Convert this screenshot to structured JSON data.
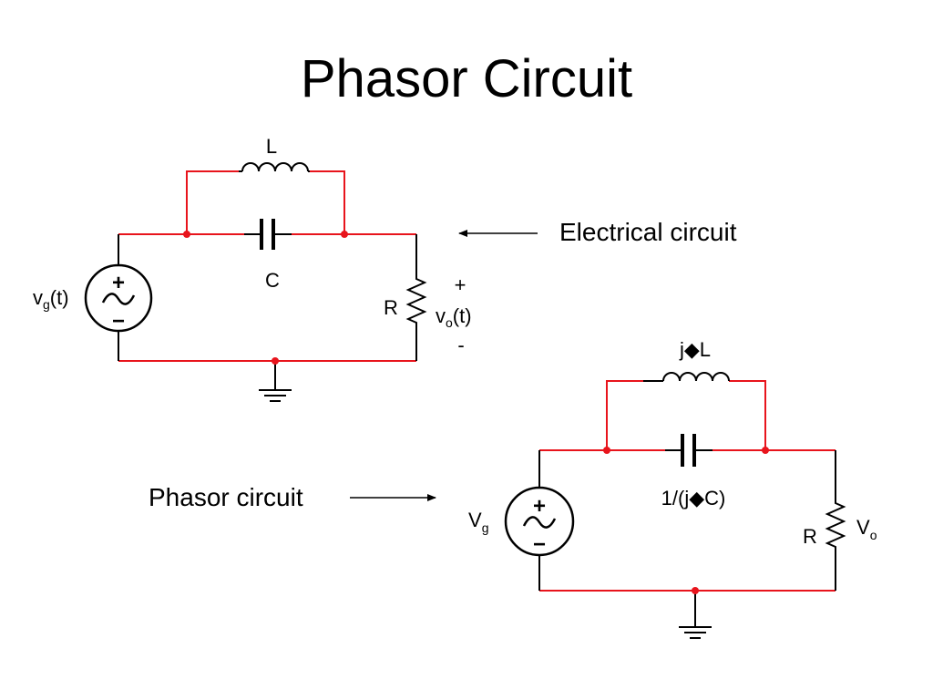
{
  "title": "Phasor Circuit",
  "colors": {
    "wire": "#e8141c",
    "node": "#e8141c",
    "component": "#000000",
    "background": "#ffffff"
  },
  "top_circuit": {
    "inductor_label": "L",
    "capacitor_label": "C",
    "resistor_label": "R",
    "source_label_main": "v",
    "source_label_sub": "g",
    "source_label_suffix": "(t)",
    "output_plus": "+",
    "output_label_main": "v",
    "output_label_sub": "o",
    "output_label_suffix": "(t)",
    "output_minus": "-",
    "source_plus": "+",
    "source_minus": "−",
    "callout": "Electrical circuit"
  },
  "bottom_circuit": {
    "inductor_label": "j◆L",
    "capacitor_label": "1/(j◆C)",
    "resistor_label": "R",
    "source_label_main": "V",
    "source_label_sub": "g",
    "output_label_main": "V",
    "output_label_sub": "o",
    "source_plus": "+",
    "source_minus": "−",
    "callout": "Phasor circuit"
  },
  "icons": [
    "ac-voltage-source-icon",
    "inductor-icon",
    "capacitor-icon",
    "resistor-icon",
    "ground-icon",
    "arrow-left-icon",
    "arrow-right-icon"
  ]
}
